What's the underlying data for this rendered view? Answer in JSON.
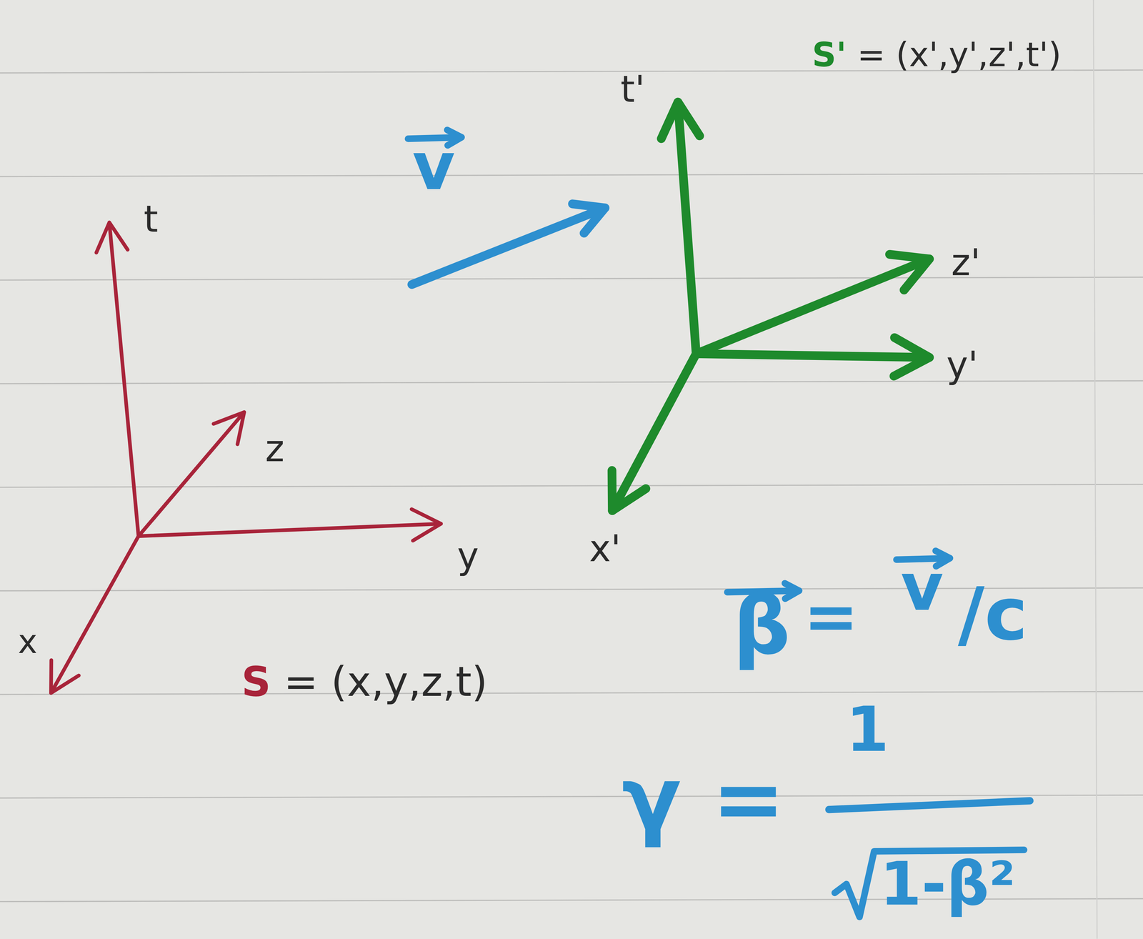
{
  "diagram": {
    "labels": [
      "S' = (x',y',z',t')",
      "t'",
      "v",
      "z'",
      "t",
      "y'",
      "z",
      "x'",
      "y",
      "β",
      "=",
      "v",
      "/c",
      "x",
      "S = (x,y,z,t)",
      "γ =",
      "1",
      "1-β²"
    ]
  }
}
